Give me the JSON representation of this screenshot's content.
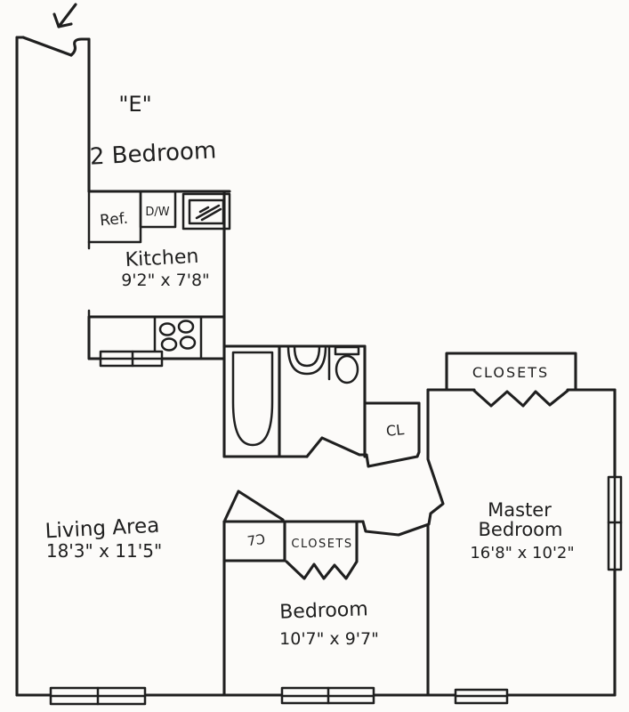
{
  "unit": {
    "label": "\"E\"",
    "type": "2 Bedroom"
  },
  "rooms": {
    "kitchen": {
      "label": "Kitchen",
      "dims": "9'2\" x 7'8\""
    },
    "living": {
      "label": "Living Area",
      "dims": "18'3\" x 11'5\""
    },
    "bedroom": {
      "label": "Bedroom",
      "dims": "10'7\" x 9'7\""
    },
    "master": {
      "label_line1": "Master",
      "label_line2": "Bedroom",
      "dims": "16'8\" x 10'2\""
    }
  },
  "fixtures": {
    "refrigerator": "Ref.",
    "dishwasher": "D/W",
    "hall_closet": "CL",
    "master_closets": "CLOSETS",
    "bedroom_closets": "CLOSETS",
    "door_mark": "7Ɔ"
  },
  "colors": {
    "ink": "#1f1f1f",
    "paper": "#fcfbf9"
  }
}
